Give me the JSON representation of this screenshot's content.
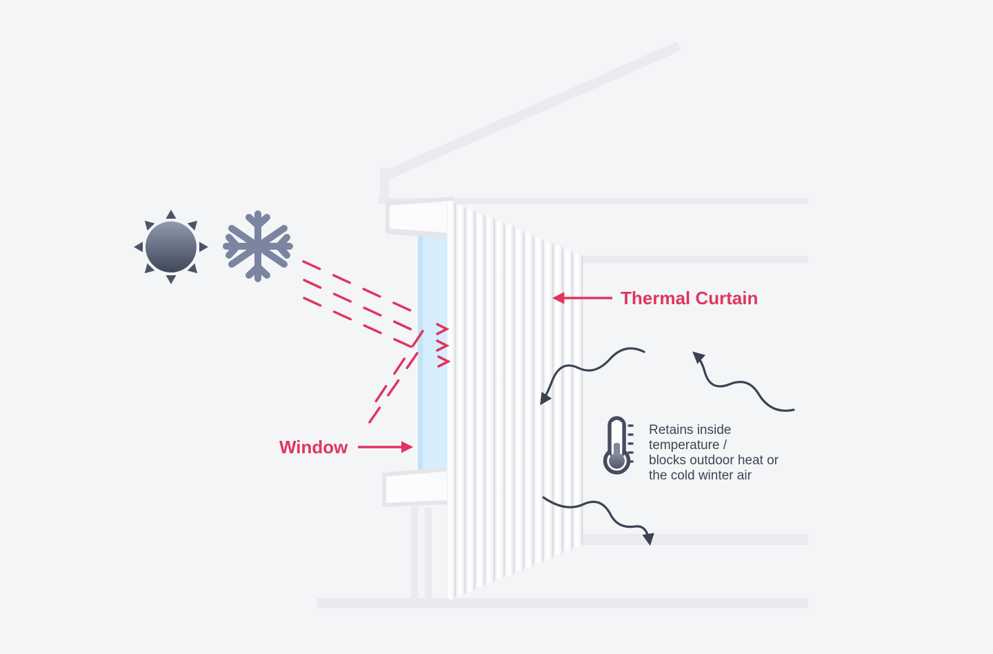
{
  "title": "Thermal curtain infographic",
  "colors": {
    "background": "#f4f5f7",
    "accent_pink": "#e0355f",
    "slate_dark": "#3b4254",
    "slate_icon": "#7b85a0",
    "window_blue": "#d5edfc",
    "structure_gray": "#e9ebef",
    "curtain_shadow": "#cfd2d8"
  },
  "labels": {
    "thermal_curtain": "Thermal Curtain",
    "window": "Window"
  },
  "description": {
    "lines": [
      "Retains inside",
      "temperature /",
      "blocks outdoor heat or",
      "the cold winter air"
    ]
  },
  "icons": [
    "sun-icon",
    "snowflake-icon",
    "thermometer-icon",
    "arrow-left-icon",
    "arrow-right-icon",
    "wavy-airflow-arrow"
  ]
}
